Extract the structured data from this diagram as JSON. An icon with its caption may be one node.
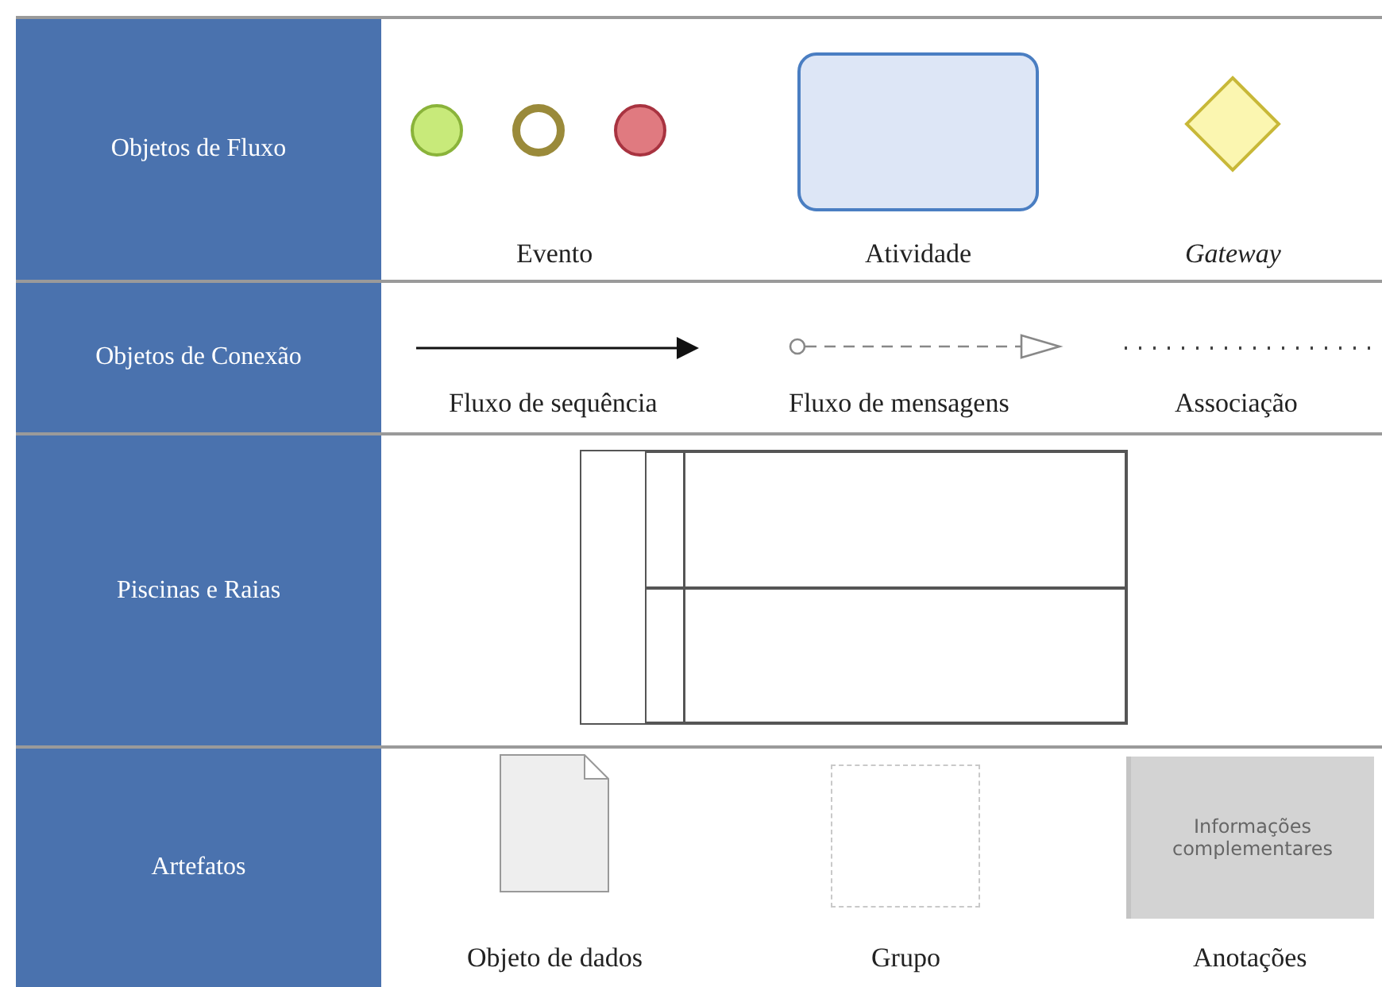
{
  "diagram": {
    "nodes": [
      {
        "text": [
          "Objetos de Fluxo"
        ]
      },
      {
        "text": [
          "Objetos de Conexão"
        ]
      },
      {
        "text": [
          "Piscinas e Raias"
        ]
      },
      {
        "text": [
          "Artefatos"
        ]
      },
      {
        "text": [],
        "shape": "circle"
      },
      {
        "text": [],
        "shape": "circle"
      },
      {
        "text": [],
        "shape": "circle"
      },
      {
        "text": [],
        "shape": "box",
        "beside": [
          "Atividade"
        ]
      },
      {
        "text": [],
        "shape": "diamond",
        "beside": [
          "Gateway"
        ]
      },
      {
        "text": [],
        "shape": "box"
      },
      {
        "text": [],
        "shape": "box",
        "in": 9
      },
      {
        "text": [],
        "shape": "box",
        "in": 9
      },
      {
        "text": [],
        "shape": "document",
        "beside": [
          "Objeto de dados"
        ]
      },
      {
        "text": [],
        "shape": "box",
        "beside": [
          "Grupo"
        ]
      },
      {
        "text": [
          "Informações complementares"
        ],
        "beside": [
          "Anotações"
        ]
      }
    ],
    "labels": [
      "Evento",
      "Fluxo de sequência",
      "Fluxo de mensagens",
      "Associação"
    ]
  }
}
